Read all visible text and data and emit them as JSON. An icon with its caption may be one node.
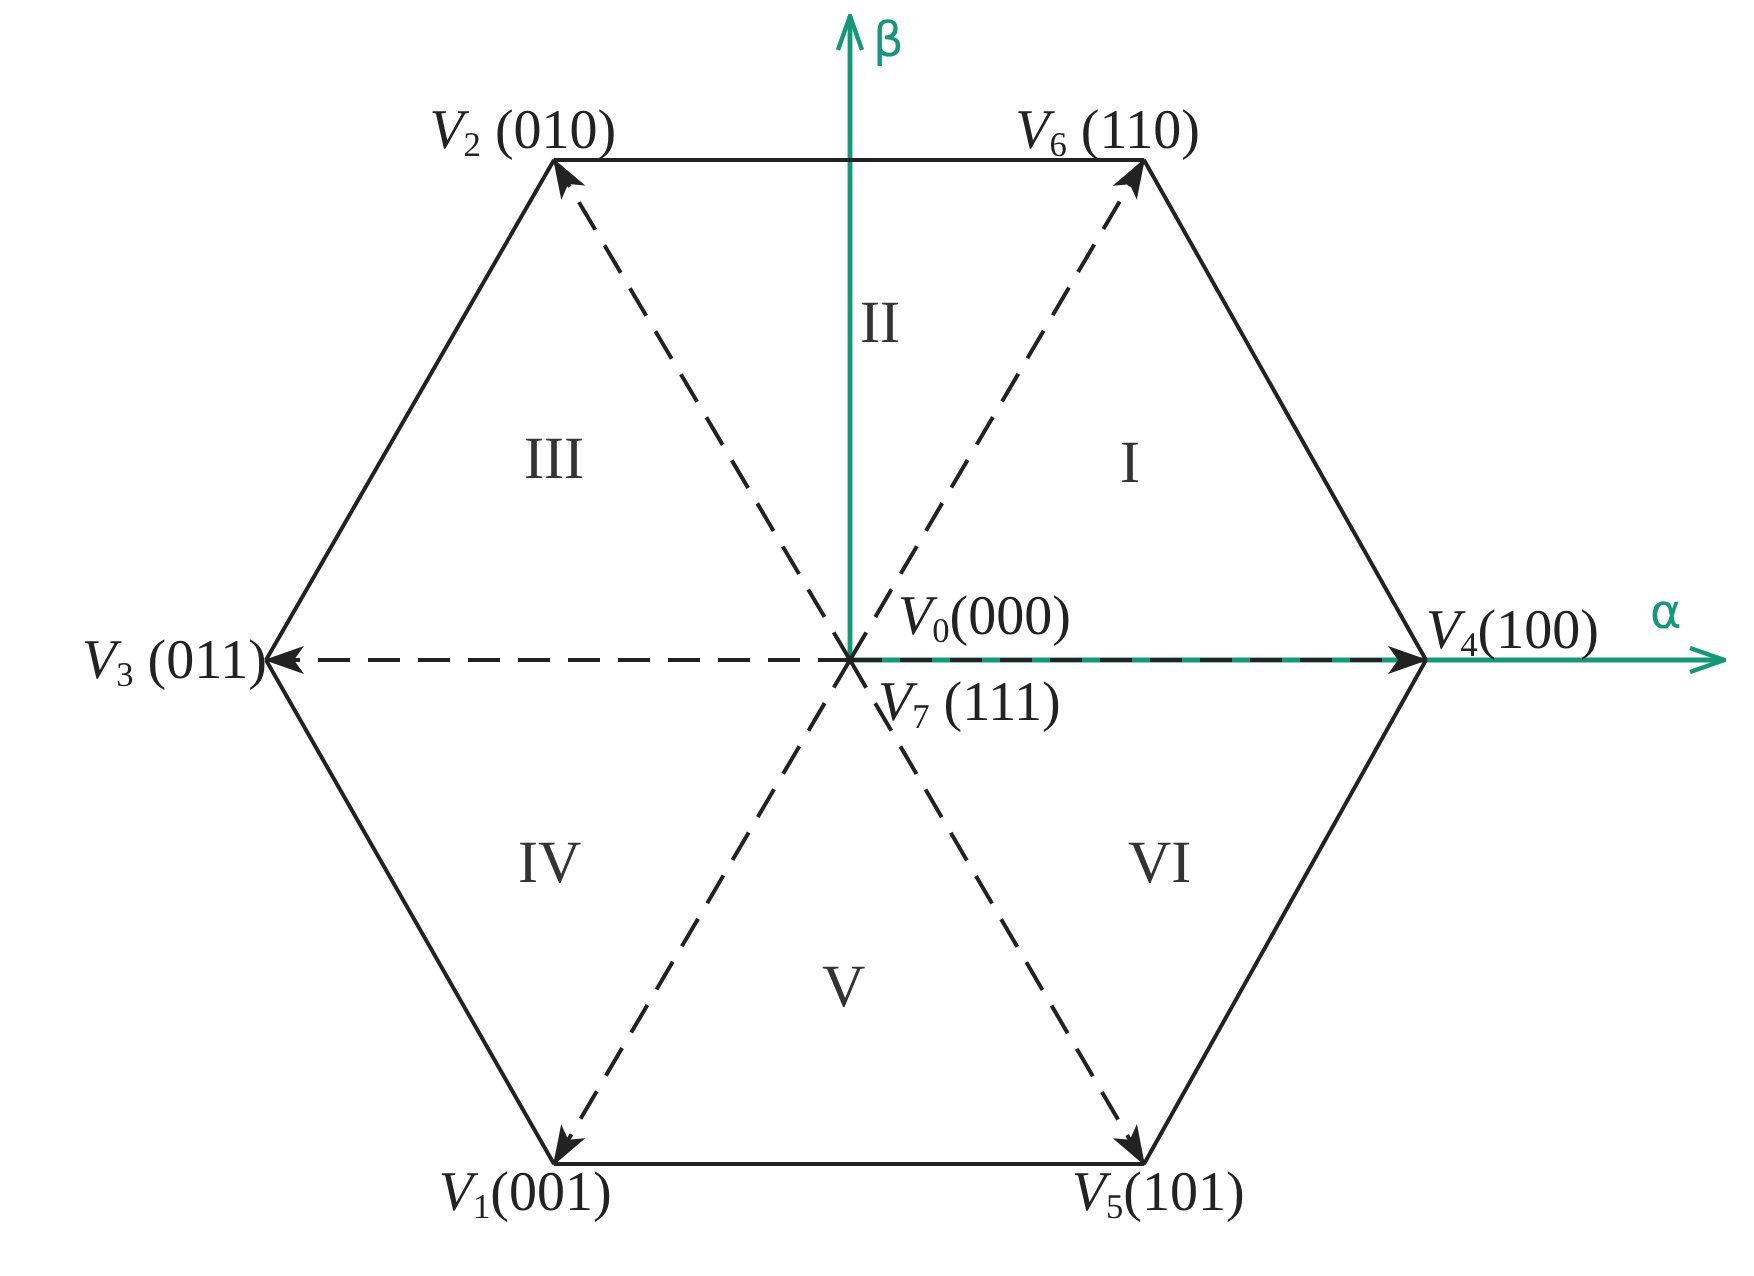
{
  "diagram": {
    "nodes": [
      {
        "text": [
          "*V*$_{2}$ (010)"
        ]
      },
      {
        "text": [
          "*V*$_{6}$ (110)"
        ]
      },
      {
        "text": [
          "*V*$_{3}$ (011)"
        ]
      },
      {
        "text": [
          "*V*$_{0}$(000)",
          "*V*$_{7}$ (111)"
        ]
      },
      {
        "text": [
          "*V*$_{4}$(100)"
        ]
      },
      {
        "text": [
          "*V*$_{1}$(001)"
        ]
      },
      {
        "text": [
          "*V*$_{5}$(101)"
        ]
      }
    ],
    "edges": [
      {
        "from": 3,
        "to": 0,
        "arrow": "to",
        "style": "dashed"
      },
      {
        "from": 3,
        "to": 1,
        "arrow": "to",
        "style": "dashed"
      },
      {
        "from": 3,
        "to": 2,
        "arrow": "to",
        "style": "dashed"
      },
      {
        "from": 3,
        "to": 4,
        "arrow": "to",
        "style": "dashed"
      },
      {
        "from": 3,
        "to": 5,
        "arrow": "to",
        "style": "dashed"
      },
      {
        "from": 3,
        "to": 6,
        "arrow": "to",
        "style": "dashed"
      },
      {
        "from": 0,
        "to": 1,
        "arrow": "none"
      },
      {
        "from": 1,
        "to": 4,
        "arrow": "none"
      },
      {
        "from": 4,
        "to": 6,
        "arrow": "none"
      },
      {
        "from": 6,
        "to": 5,
        "arrow": "none"
      },
      {
        "from": 5,
        "to": 2,
        "arrow": "none"
      },
      {
        "from": 2,
        "to": 0,
        "arrow": "none"
      }
    ],
    "labels": [
      "β",
      "II",
      "III",
      "I",
      "α",
      "IV",
      "VI",
      "V"
    ]
  }
}
